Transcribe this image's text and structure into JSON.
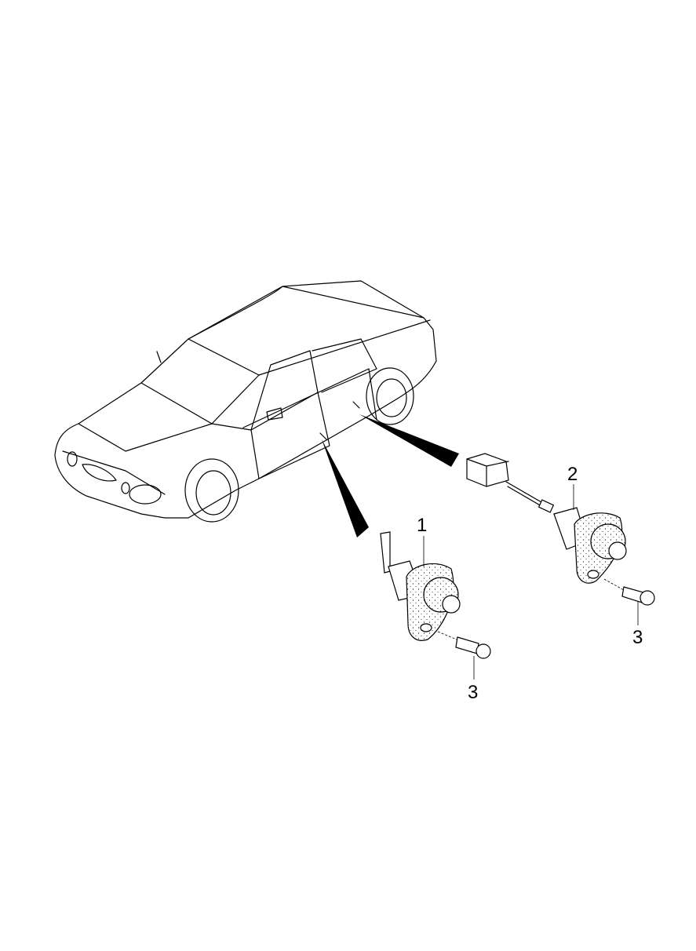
{
  "diagram": {
    "callouts": [
      {
        "label": "1",
        "part": "door-switch-front"
      },
      {
        "label": "2",
        "part": "door-switch-rear"
      },
      {
        "label": "3",
        "part": "screw-rear"
      },
      {
        "label": "3",
        "part": "screw-front"
      }
    ]
  }
}
